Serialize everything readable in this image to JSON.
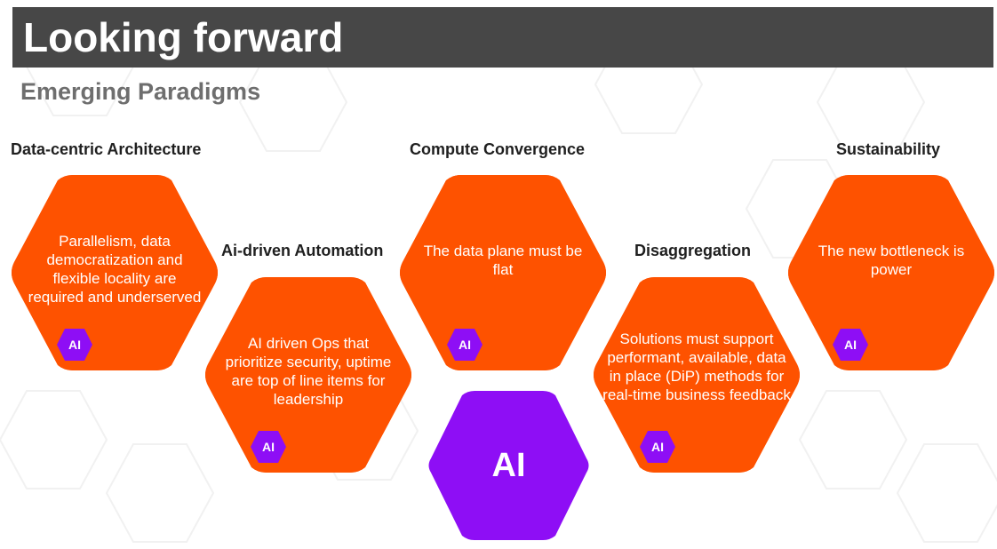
{
  "slide": {
    "title": "Looking forward",
    "subtitle": "Emerging Paradigms"
  },
  "colors": {
    "title_bar": "#474747",
    "hex_orange": "#fe5200",
    "badge_purple": "#8e0ef5",
    "center_purple": "#8e0ef5",
    "subtitle_gray": "#6e6e6e"
  },
  "paradigms": [
    {
      "heading": "Data-centric Architecture",
      "text": "Parallelism, data democratization and flexible locality are required and underserved",
      "badge": "AI"
    },
    {
      "heading": "Ai-driven Automation",
      "text": "AI driven Ops that prioritize security, uptime are top of line items for leadership",
      "badge": "AI"
    },
    {
      "heading": "Compute Convergence",
      "text": "The data plane must be flat",
      "badge": "AI"
    },
    {
      "heading": "Disaggregation",
      "text": "Solutions must support performant, available, data in place (DiP) methods for real-time business feedback",
      "badge": "AI"
    },
    {
      "heading": "Sustainability",
      "text": "The new bottleneck is power",
      "badge": "AI"
    }
  ],
  "center": {
    "label": "AI"
  }
}
